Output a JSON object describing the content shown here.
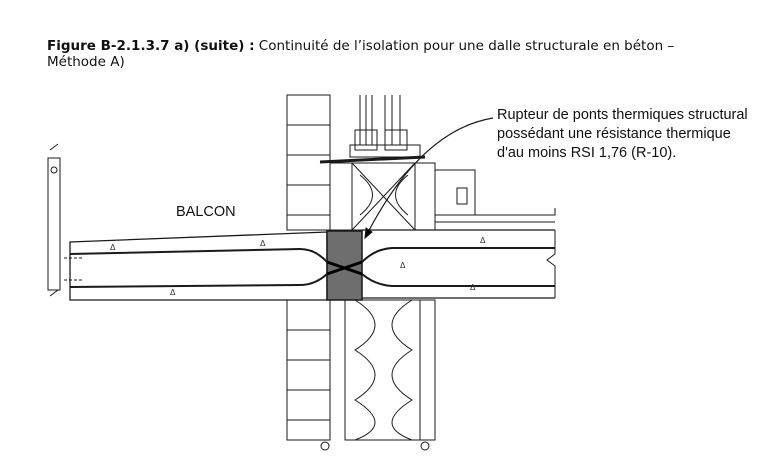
{
  "caption": {
    "label": "Figure B-2.1.3.7 a) (suite) :",
    "text_line1": "Continuité de l’isolation pour une dalle structurale en béton –",
    "text_line2": "Méthode A)"
  },
  "annotation": {
    "line1": "Rupteur de ponts thermiques structural",
    "line2": "possédant une résistance thermique",
    "line3": "d'au moins RSI 1,76 (R-10)."
  },
  "labels": {
    "balcony": "BALCON"
  },
  "colors": {
    "thermal_break": "#6e6e6e",
    "line": "#1a1a1a"
  }
}
